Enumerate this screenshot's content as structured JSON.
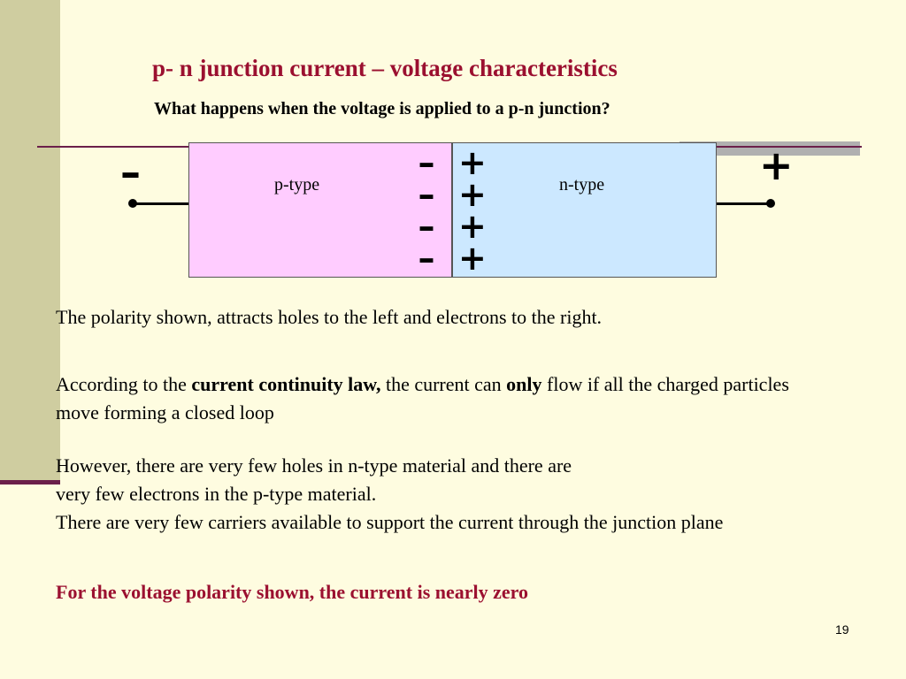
{
  "slide": {
    "title": "p- n junction current – voltage characteristics",
    "subtitle": "What happens when the voltage is applied to a p-n junction?",
    "page_number": "19",
    "colors": {
      "title": "#9B1030",
      "background": "#FEFCE0",
      "accent_strip": "#CFCDA0",
      "accent_line": "#6B1F4A"
    }
  },
  "diagram": {
    "p_label": "p-type",
    "n_label": "n-type",
    "p_color": "#FFCCFF",
    "n_color": "#CCE8FF",
    "left_terminal": "–",
    "right_terminal": "+",
    "junction_minus": [
      "–",
      "–",
      "–",
      "–"
    ],
    "junction_plus": [
      "+",
      "+",
      "+",
      "+"
    ]
  },
  "body": {
    "para1": "The polarity shown, attracts holes to the left and electrons to the right.",
    "para2": {
      "pre": "According to the ",
      "bold1": "current continuity law,",
      "mid": " the current can ",
      "bold2": "only",
      "post": " flow if all the charged particles move forming a closed loop"
    },
    "para3_line1": "However, there are very few holes in n-type material and there are",
    "para3_line2": "very few electrons in the p-type material.",
    "para3_line3": "There are very few carriers available to support the current through the junction plane",
    "conclusion": "For the voltage polarity shown, the current is nearly zero"
  }
}
